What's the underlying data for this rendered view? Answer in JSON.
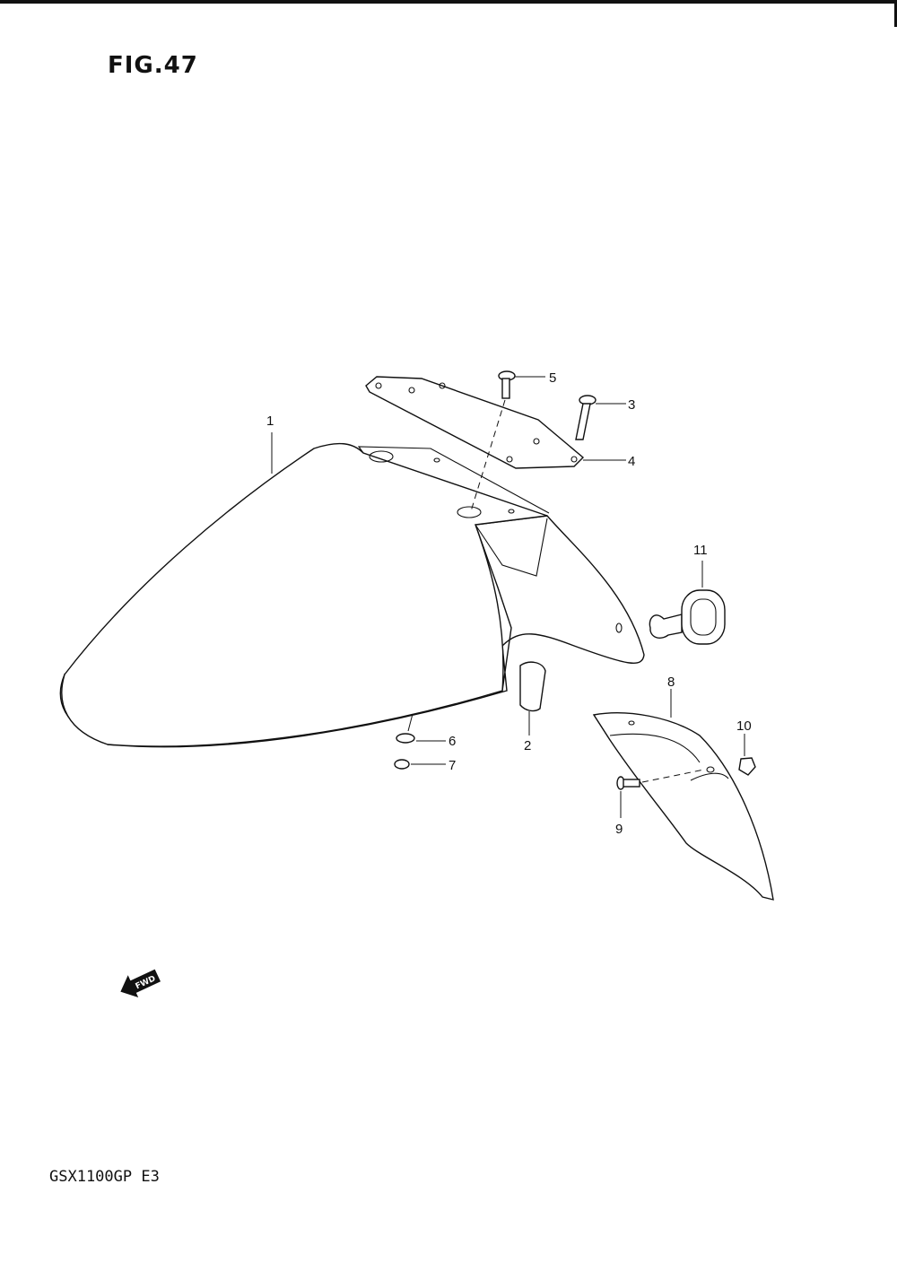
{
  "figure": {
    "title": "FIG.47"
  },
  "model": {
    "code": "GSX1100GP E3"
  },
  "callouts": {
    "c1": "1",
    "c2": "2",
    "c3": "3",
    "c4": "4",
    "c5": "5",
    "c6": "6",
    "c7": "7",
    "c8": "8",
    "c9": "9",
    "c10": "10",
    "c11": "11"
  },
  "fwd_badge": {
    "label": "FWD"
  }
}
